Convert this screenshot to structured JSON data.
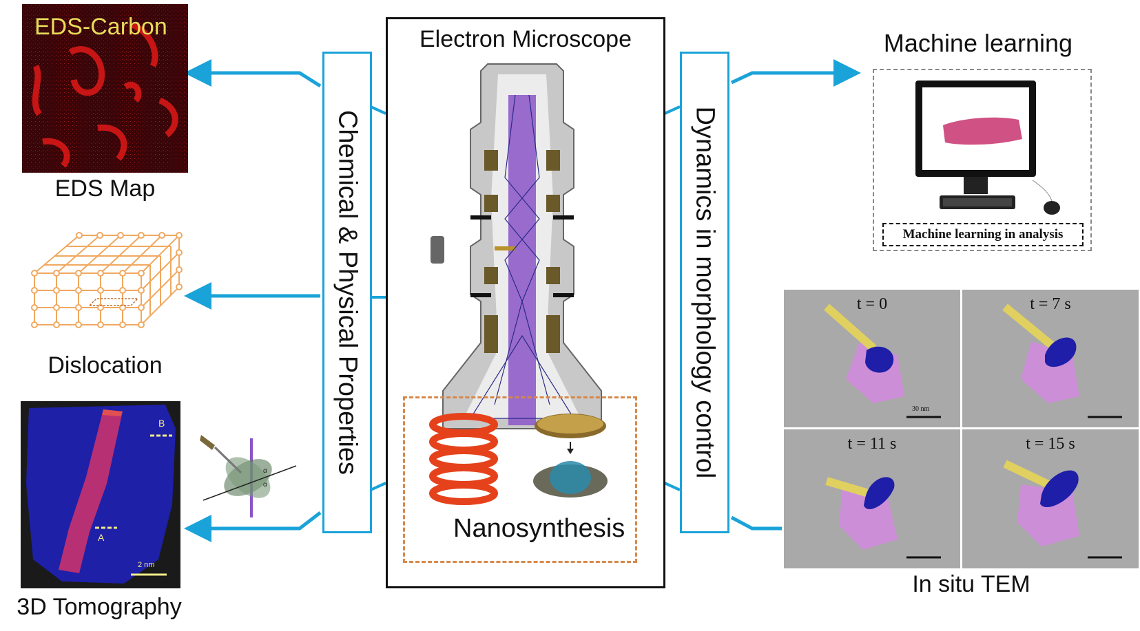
{
  "left": {
    "eds": {
      "inset_label": "EDS-Carbon",
      "caption": "EDS Map"
    },
    "dislocation": {
      "caption": "Dislocation"
    },
    "tomography": {
      "caption": "3D Tomography",
      "scale_label": "2 nm",
      "marker_a": "A",
      "marker_b": "B"
    },
    "tilt": {
      "angle_label_1": "α",
      "angle_label_2": "α"
    }
  },
  "panels": {
    "left_vertical": "Chemical & Physical Properties",
    "right_vertical": "Dynamics in morphology control"
  },
  "center": {
    "title": "Electron Microscope",
    "nanosynthesis_label": "Nanosynthesis"
  },
  "right": {
    "ml": {
      "title": "Machine learning",
      "box_caption": "Machine learning in analysis"
    },
    "tem": {
      "caption": "In situ TEM",
      "scale_label": "30 nm",
      "frames": [
        {
          "label": "t = 0"
        },
        {
          "label": "t = 7 s"
        },
        {
          "label": "t = 11 s"
        },
        {
          "label": "t = 15 s"
        }
      ]
    }
  },
  "colors": {
    "arrow": "#1aa3d9",
    "eds_red": "#e01818",
    "tomo_blue": "#1e20a8",
    "tomo_pink": "#c8326e",
    "lattice": "#f0a860",
    "beam": "#8a55c8",
    "nanosynth_border": "#d6884a",
    "spring": "#e5421c"
  }
}
